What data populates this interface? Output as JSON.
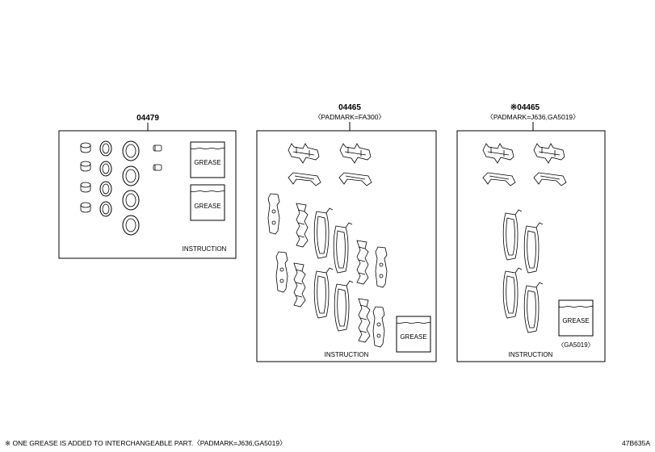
{
  "groups": [
    {
      "part_number": "04479",
      "subtitle": "",
      "labels": {
        "grease_1": "GREASE",
        "grease_2": "GREASE",
        "instruction": "INSTRUCTION"
      }
    },
    {
      "part_number": "04465",
      "subtitle": "〈PADMARK=FA300〉",
      "labels": {
        "grease": "GREASE",
        "instruction": "INSTRUCTION"
      }
    },
    {
      "part_number": "※04465",
      "subtitle": "〈PADMARK=J636,GA5019〉",
      "labels": {
        "grease": "GREASE",
        "note": "〈GA5019〉",
        "instruction": "INSTRUCTION"
      }
    }
  ],
  "footnote": "※ ONE GREASE IS ADDED TO INTERCHANGEABLE PART.〈PADMARK=J636,GA5019〉",
  "diagram_id": "47B635A"
}
